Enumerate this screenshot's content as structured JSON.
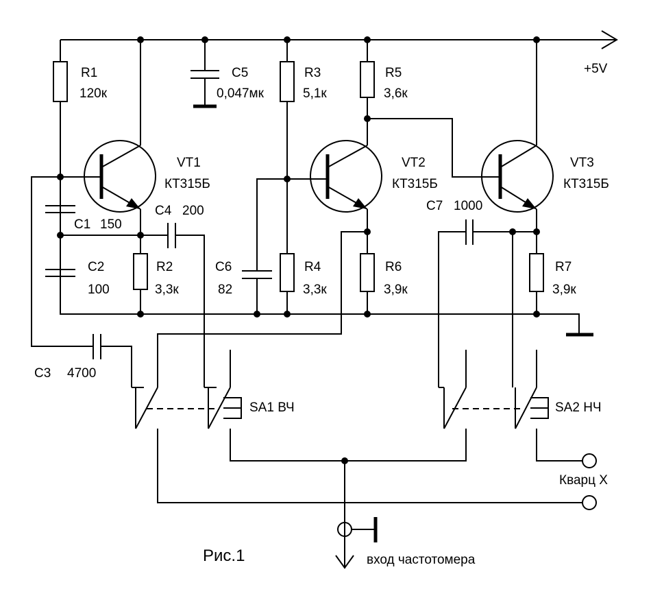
{
  "supply": "+5V",
  "components": {
    "R1": {
      "name": "R1",
      "value": "120к"
    },
    "R2": {
      "name": "R2",
      "value": "3,3к"
    },
    "R3": {
      "name": "R3",
      "value": "5,1к"
    },
    "R4": {
      "name": "R4",
      "value": "3,3к"
    },
    "R5": {
      "name": "R5",
      "value": "3,6к"
    },
    "R6": {
      "name": "R6",
      "value": "3,9к"
    },
    "R7": {
      "name": "R7",
      "value": "3,9к"
    },
    "C1": {
      "name": "C1",
      "value": "150"
    },
    "C2": {
      "name": "C2",
      "value": "100"
    },
    "C3": {
      "name": "C3",
      "value": "4700"
    },
    "C4": {
      "name": "C4",
      "value": "200"
    },
    "C5": {
      "name": "C5",
      "value": "0,047мк"
    },
    "C6": {
      "name": "C6",
      "value": "82"
    },
    "C7": {
      "name": "C7",
      "value": "1000"
    },
    "VT1": {
      "name": "VT1",
      "type": "КТ315Б"
    },
    "VT2": {
      "name": "VT2",
      "type": "КТ315Б"
    },
    "VT3": {
      "name": "VT3",
      "type": "КТ315Б"
    }
  },
  "switches": {
    "SA1": "SA1 ВЧ",
    "SA2": "SA2 НЧ"
  },
  "terminals": {
    "quartz": "Кварц X",
    "freq_input": "вход частотомера"
  },
  "caption": "Рис.1"
}
